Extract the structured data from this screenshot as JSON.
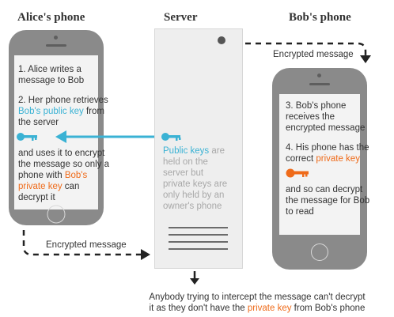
{
  "headings": {
    "alice": "Alice's phone",
    "server": "Server",
    "bob": "Bob's phone"
  },
  "alice_screen": {
    "step1": [
      "1. Alice writes a",
      "message to Bob"
    ],
    "step2_line1": "2. Her phone retrieves",
    "step2_key": "Bob's public key",
    "step2_from": " from",
    "step2_line3": "the server",
    "encrypt_lines": [
      "and uses it to encrypt",
      "the message so only a"
    ],
    "phone_with": "phone with ",
    "bobs": "Bob's",
    "private_key": "private key",
    "can": " can",
    "decrypt_it": "decrypt it"
  },
  "server_text": {
    "public_keys": "Public keys",
    "are": " are",
    "lines": [
      "held on the",
      "server but",
      "private keys are",
      "only held by an",
      "owner's phone"
    ]
  },
  "bob_screen": {
    "step3": [
      "3. Bob's phone",
      "receives the",
      "encrypted message"
    ],
    "step4_line1": "4. His phone has the",
    "correct": "correct ",
    "private_key": "private key",
    "decrypt_lines": [
      "and so can decrypt",
      "the message for Bob",
      "to read"
    ]
  },
  "labels": {
    "encrypted_top": "Encrypted message",
    "encrypted_bottom": "Encrypted message"
  },
  "footer": {
    "line1": "Anybody trying to intercept the message can't decrypt",
    "line2_a": "it as they don't have the ",
    "line2_key": "private key",
    "line2_b": " from Bob's phone"
  },
  "colors": {
    "public_key": "#3ab2d4",
    "private_key": "#ef6b1a",
    "phone_body": "#8a8a8a"
  }
}
